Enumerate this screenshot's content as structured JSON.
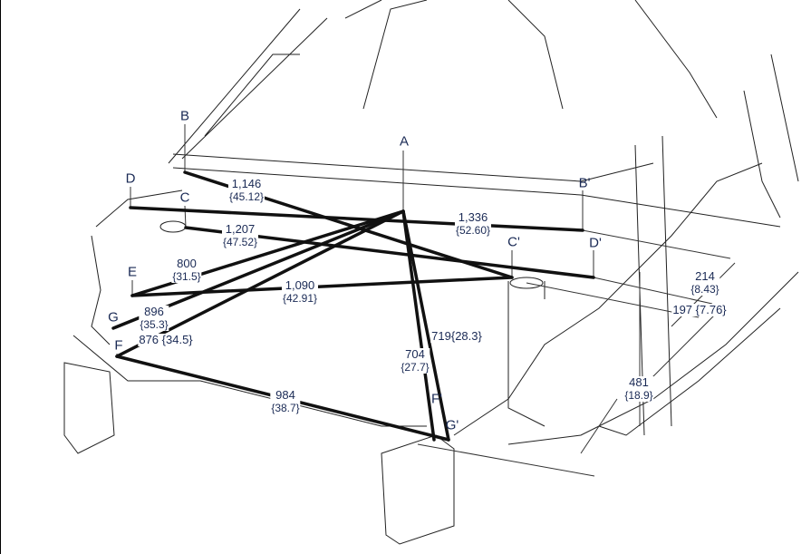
{
  "points": {
    "A": "A",
    "B": "B",
    "C": "C",
    "D": "D",
    "E": "E",
    "F": "F",
    "G": "G",
    "B2": "B'",
    "C2": "C'",
    "D2": "D'",
    "F2": "F'",
    "G2": "G'"
  },
  "dimensions": [
    {
      "mm": "1,146",
      "in": "{45.12}"
    },
    {
      "mm": "1,207",
      "in": "{47.52}"
    },
    {
      "mm": "1,336",
      "in": "{52.60}"
    },
    {
      "mm": "800",
      "in": "{31.5}"
    },
    {
      "mm": "1,090",
      "in": "{42.91}"
    },
    {
      "mm": "896",
      "in": "{35.3}"
    },
    {
      "mm": "876",
      "in": "{34.5}"
    },
    {
      "mm": "719",
      "in": "{28.3}"
    },
    {
      "mm": "704",
      "in": "{27.7}"
    },
    {
      "mm": "984",
      "in": "{38.7}"
    },
    {
      "mm": "214",
      "in": "{8.43}"
    },
    {
      "mm": "197",
      "in": "{7.76}"
    },
    {
      "mm": "481",
      "in": "{18.9}"
    }
  ]
}
